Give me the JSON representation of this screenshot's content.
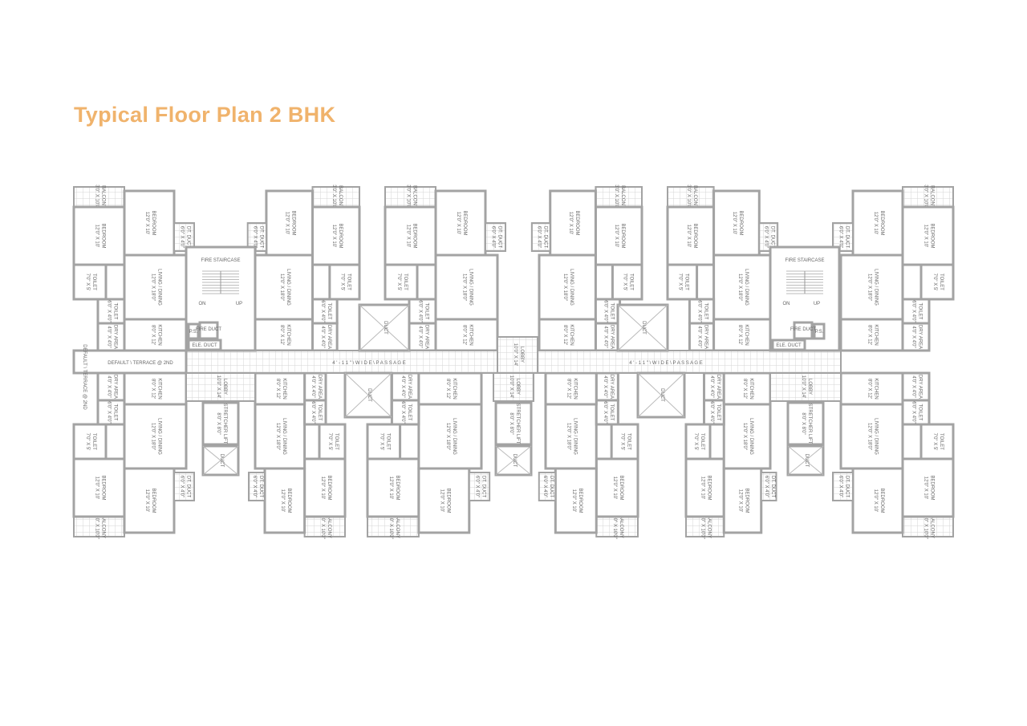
{
  "title": "Typical Floor Plan 2 BHK",
  "colors": {
    "title": "#f0b36c",
    "walls": "#a3a3a3",
    "tiles": "#d6d6d6"
  },
  "rooms": {
    "bedroom": "BEDROOM",
    "bedroom_size": "12'0\" X 10'",
    "living": "LIVING / DINING",
    "living_size": "12'0\" X 18'0\"",
    "kitchen": "KITCHEN",
    "kitchen_size": "8'0\" X 12'",
    "toilet": "TOILET",
    "toilet_size": "7'0\" X 5'",
    "toilet2_size": "6'0\" X 4'0\"",
    "dry": "DRY AREA",
    "dry_size": "4'0\" X 4'0\"",
    "balcony": "BALCONY",
    "balcony_size": "3'0\" X 10'0\"",
    "dtduct": "DT. DUCT",
    "dtduct_size": "6'0\" X 4'0\""
  },
  "core": {
    "fire_staircase": "FIRE STAIRCASE",
    "on": "ON",
    "up": "UP",
    "ps": "P.S.",
    "fire_duct": "FIRE DUCT",
    "ele_duct": "ELE. DUCT",
    "lobby": "LOBBY",
    "lobby_size": "10'0\" X 14'",
    "stretcher_lift": "STRETCHER LIFT",
    "lift_size": "8'0\" X 8'0\"",
    "duct": "DUCT"
  },
  "passage_label": "4 ' - 1 1 \" \\ W I D E \\ P A S S A G E",
  "terrace_label": "DEFAULT \\ TERRACE @ 2ND"
}
